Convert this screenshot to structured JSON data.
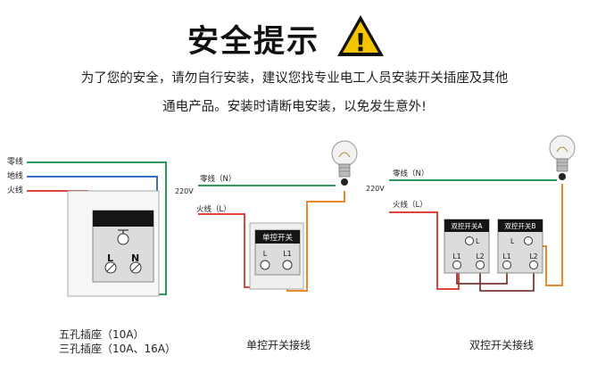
{
  "header": {
    "title": "安全提示",
    "warning_glyph": "!",
    "line1": "为了您的安全，请勿自行安装，建议您找专业电工人员安装开关插座及其他",
    "line2": "通电产品。安装时请断电安装，以免发生意外!"
  },
  "socket_diagram": {
    "wire_neutral": "零线",
    "wire_ground": "地线",
    "wire_live": "火线",
    "term_L": "L",
    "term_N": "N",
    "caption1": "五孔插座（10A）",
    "caption2": "三孔插座（10A、16A）"
  },
  "single_switch": {
    "neutral_label": "零线（N）",
    "live_label": "火线（L）",
    "voltage": "220V",
    "switch_title": "单控开关",
    "term_L": "L",
    "term_L1": "L1",
    "caption": "单控开关接线"
  },
  "double_switch": {
    "neutral_label": "零线（N）",
    "live_label": "火线（L）",
    "voltage": "220V",
    "switchA_title": "双控开关A",
    "switchB_title": "双控开关B",
    "term_L": "L",
    "term_L1": "L1",
    "term_L2": "L2",
    "caption": "双控开关接线"
  },
  "colors": {
    "neutral_wire": "#2e9a5a",
    "ground_wire": "#3b6fc4",
    "live_wire": "#e0443c",
    "switch_wire": "#e88a2a",
    "link_wire": "#7a3a2e",
    "warning_fill": "#f5c400"
  }
}
